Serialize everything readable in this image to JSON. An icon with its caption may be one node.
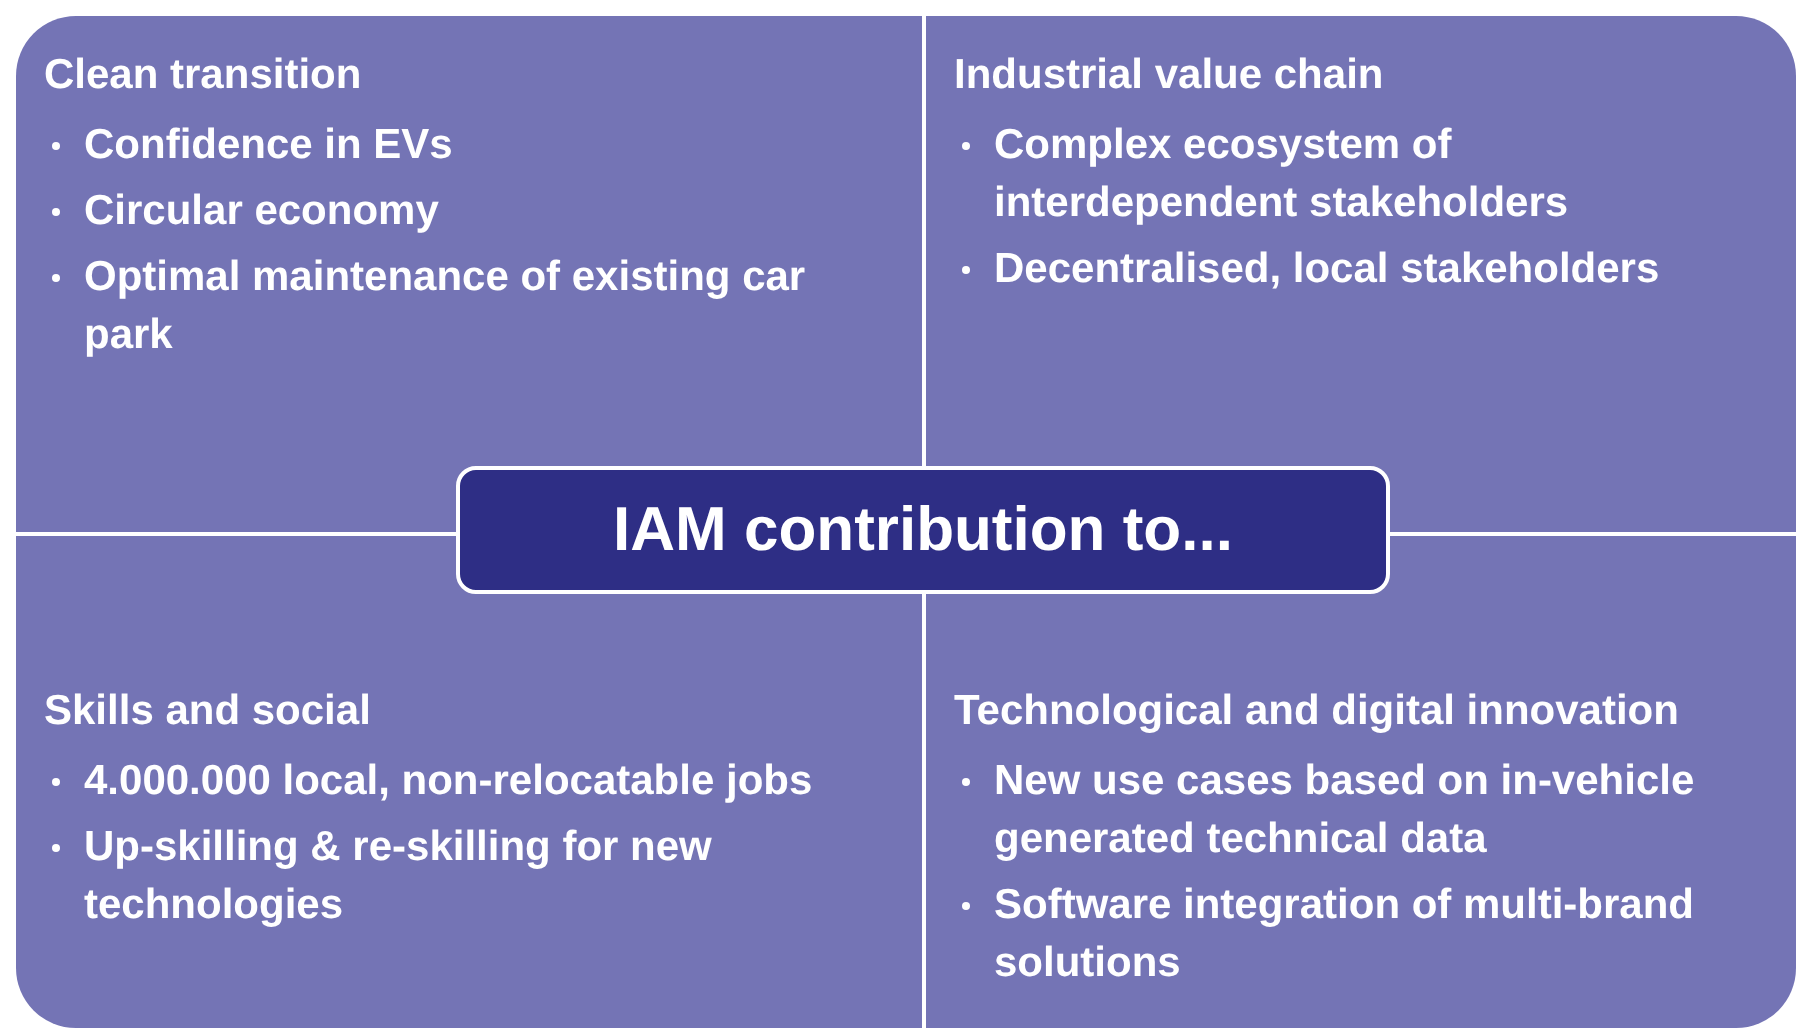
{
  "diagram": {
    "nodes": [
      {
        "text": [
          "Clean transition",
          "Confidence in EVs",
          "Circular economy",
          "Optimal maintenance of existing car park"
        ]
      },
      {
        "text": [
          "Industrial value chain",
          "Complex ecosystem of interdependent stakeholders",
          "Decentralised, local stakeholders"
        ]
      },
      {
        "text": [
          "Skills and social",
          "4.000.000 local, non-relocatable jobs",
          "Up-skilling & re-skilling for new technologies"
        ]
      },
      {
        "text": [
          "Technological and digital innovation",
          "New use cases based on in-vehicle generated technical data",
          "Software integration of multi-brand solutions"
        ]
      },
      {
        "text": [
          "IAM contribution to..."
        ]
      }
    ]
  }
}
